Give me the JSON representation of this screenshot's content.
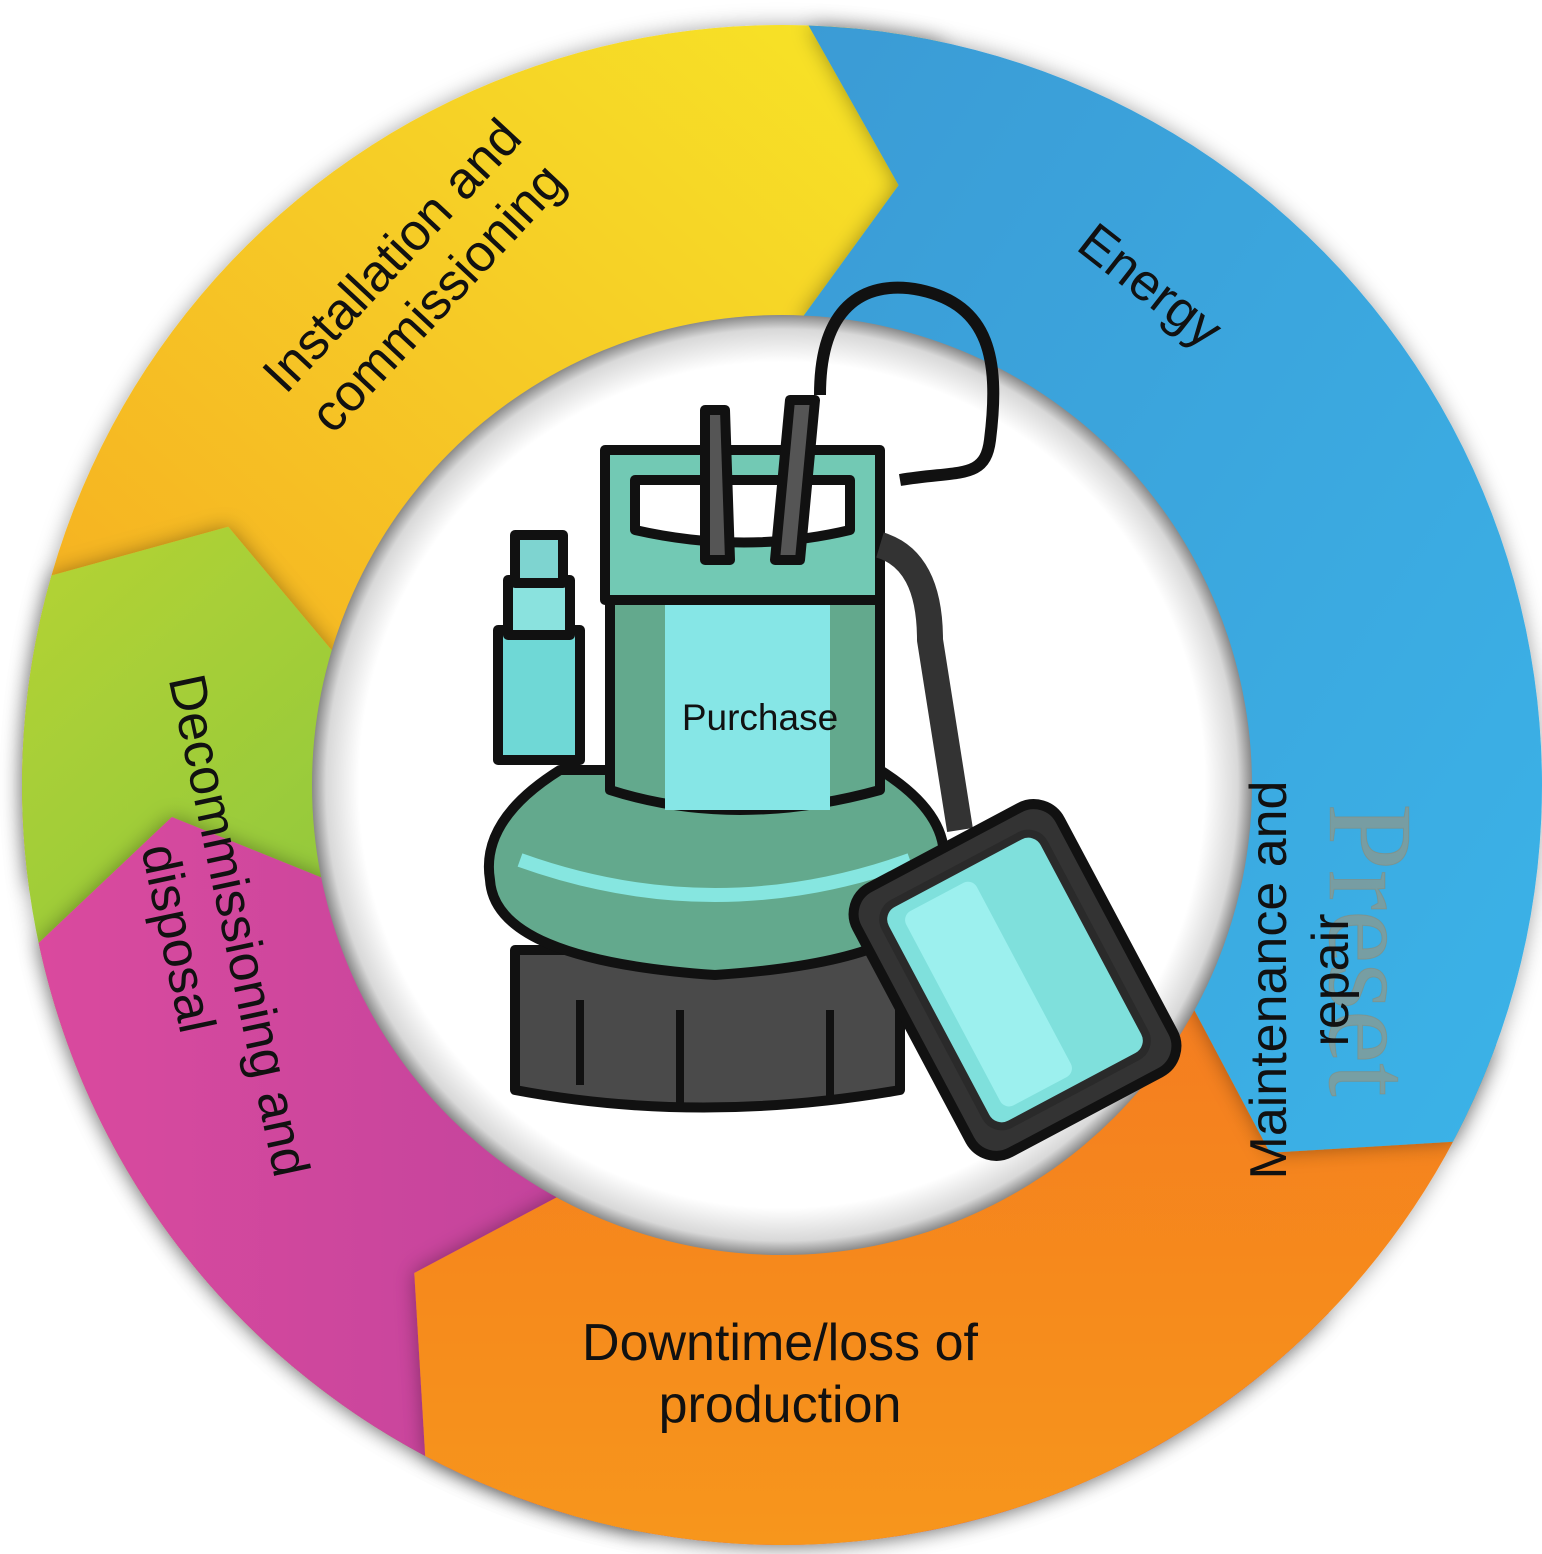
{
  "diagram": {
    "type": "life-cycle-cost-wheel",
    "center": {
      "label": "Purchase",
      "image": "submersible-pump-illustration"
    },
    "segments": [
      {
        "id": "installation",
        "label_lines": [
          "Installation and",
          "commissioning"
        ],
        "color_start": "#F7E827",
        "color_end": "#F5A623"
      },
      {
        "id": "energy",
        "label_lines": [
          "Energy"
        ],
        "color_start": "#3A9BD5",
        "color_end": "#3BB3E8"
      },
      {
        "id": "maintenance",
        "label_lines": [
          "Maintenance and",
          "repair"
        ],
        "color_start": "#F47A20",
        "color_end": "#F7961E"
      },
      {
        "id": "downtime",
        "label_lines": [
          "Downtime/loss of",
          "production"
        ],
        "color_start": "#DA4A9E",
        "color_end": "#A3399A"
      },
      {
        "id": "decommissioning",
        "label_lines": [
          "Decommissioning and",
          "disposal"
        ],
        "color_start": "#B5D334",
        "color_end": "#6DBE45"
      }
    ],
    "watermark": "Preset"
  }
}
